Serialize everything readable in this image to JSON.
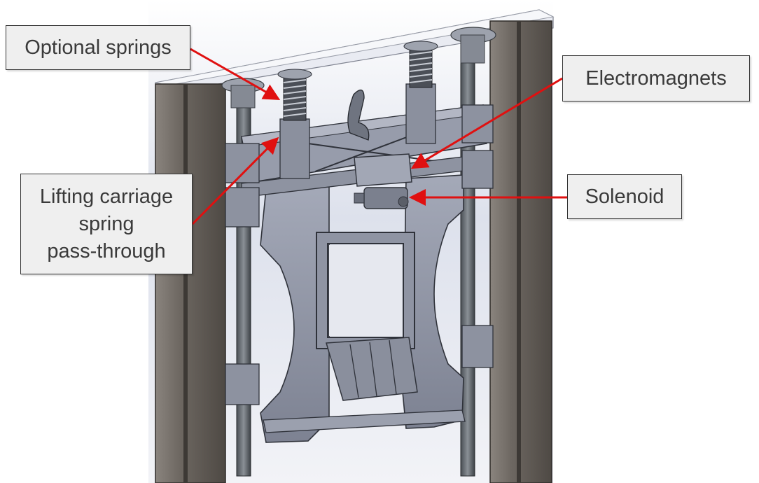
{
  "callouts": {
    "optional_springs": "Optional springs",
    "electromagnets": "Electromagnets",
    "lifting_carriage": [
      "Lifting carriage",
      "spring",
      "pass-through"
    ],
    "solenoid": "Solenoid"
  },
  "colors": {
    "arrow": "#e01010",
    "frame_post": "#6b6560",
    "carriage_steel": "#8f94a3",
    "callout_fill": "#efefef"
  }
}
